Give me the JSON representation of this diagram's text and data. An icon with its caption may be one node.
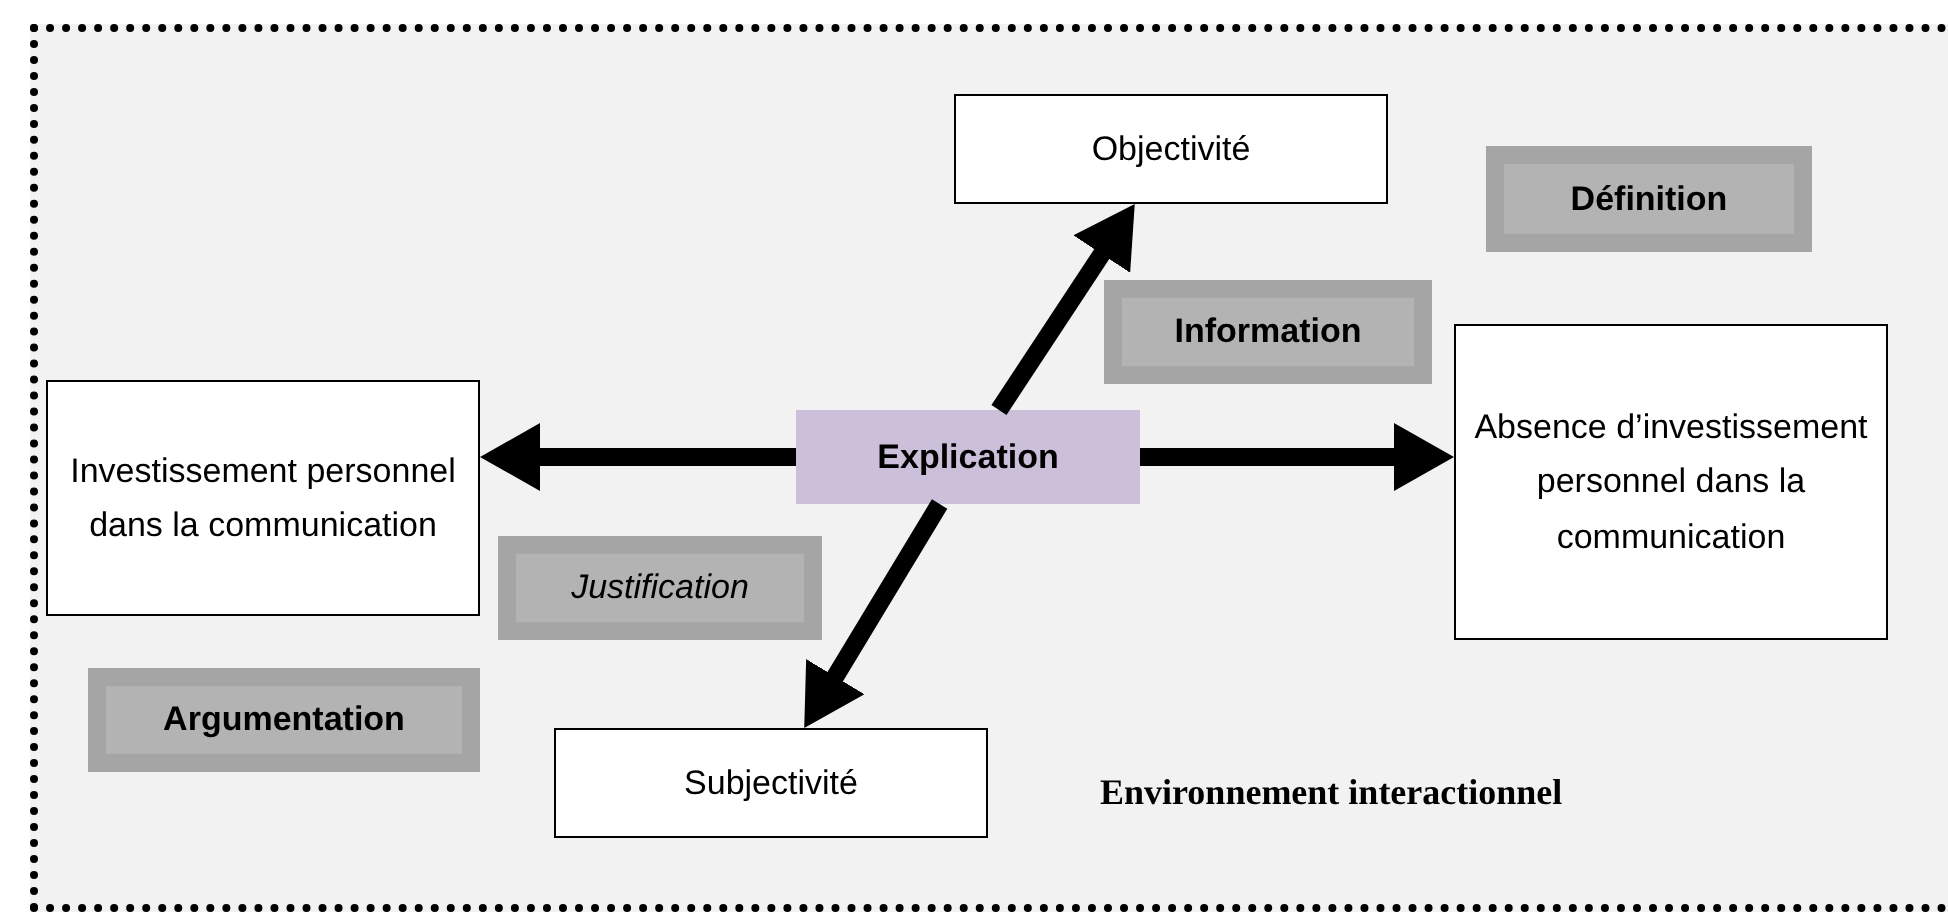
{
  "diagram": {
    "nodes": [
      {
        "text": [
          "Environnement interactionnel"
        ]
      },
      {
        "text": [
          "Objectivité"
        ],
        "in": 0
      },
      {
        "text": [
          "Définition"
        ],
        "in": 0
      },
      {
        "text": [
          "Information"
        ],
        "in": 0
      },
      {
        "text": [
          "Absence d’investissement personnel dans la communication"
        ],
        "in": 0
      },
      {
        "text": [
          "Investissement personnel dans la communication"
        ],
        "in": 0
      },
      {
        "text": [
          "Explication"
        ],
        "in": 0
      },
      {
        "text": [
          "Justification"
        ],
        "in": 0
      },
      {
        "text": [
          "Argumentation"
        ],
        "in": 0
      },
      {
        "text": [
          "Subjectivité"
        ],
        "in": 0
      }
    ],
    "edges": [
      {
        "from": 6,
        "to": 1,
        "arrow": "to"
      },
      {
        "from": 6,
        "to": 4,
        "arrow": "to"
      },
      {
        "from": 6,
        "to": 5,
        "arrow": "to"
      },
      {
        "from": 6,
        "to": 9,
        "arrow": "to"
      }
    ]
  }
}
